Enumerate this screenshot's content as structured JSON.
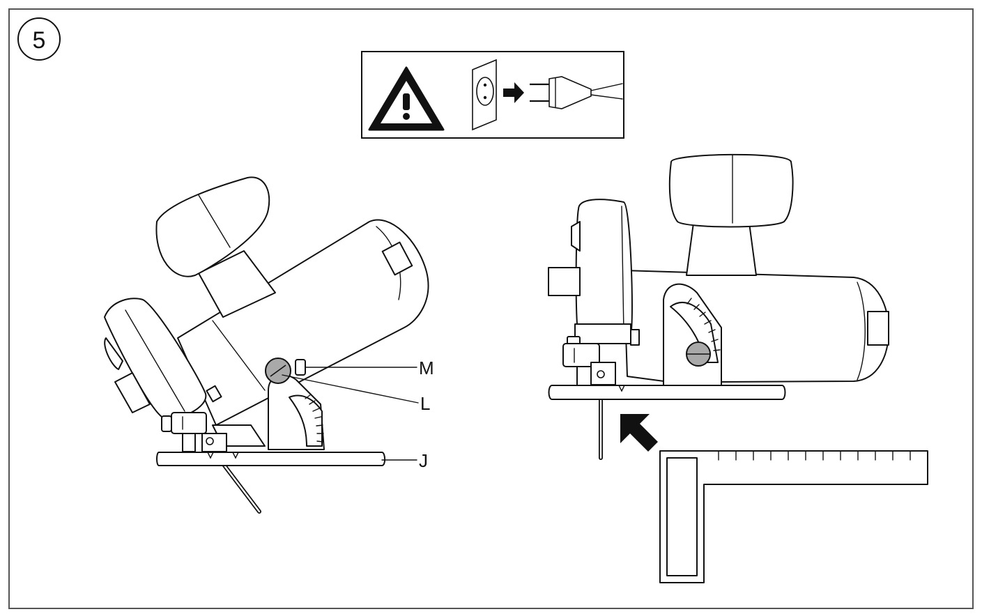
{
  "step": {
    "number": "5"
  },
  "callouts": {
    "m": "M",
    "l": "L",
    "j": "J"
  },
  "warning": {
    "icons": [
      "warning-triangle-icon",
      "wall-socket-icon",
      "arrow-right-icon",
      "plug-icon"
    ]
  },
  "colors": {
    "line": "#111111",
    "knob": "#a9a9a9",
    "background": "#ffffff"
  }
}
